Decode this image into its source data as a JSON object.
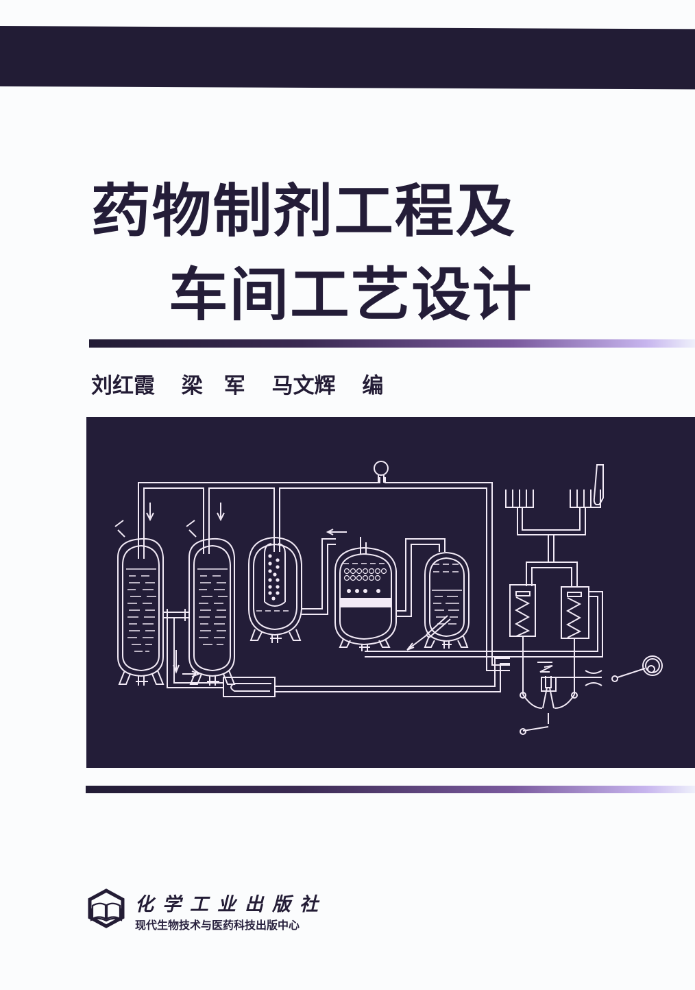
{
  "cover": {
    "title_line1": "药物制剂工程及",
    "title_line2": "车间工艺设计",
    "authors": [
      "刘红霞",
      "梁　军",
      "马文辉",
      "编"
    ],
    "publisher": {
      "name": "化学工业出版社",
      "subdivision": "现代生物技术与医药科技出版中心",
      "logo": "book-hexagon-logo-icon"
    },
    "illustration": "pharmaceutical-process-flow-diagram",
    "colors": {
      "band": "#221c35",
      "panel": "#231d38",
      "line_art": "#f2eaf6",
      "rule_end": "#c7b5ee",
      "background": "#fbfcfd"
    }
  }
}
